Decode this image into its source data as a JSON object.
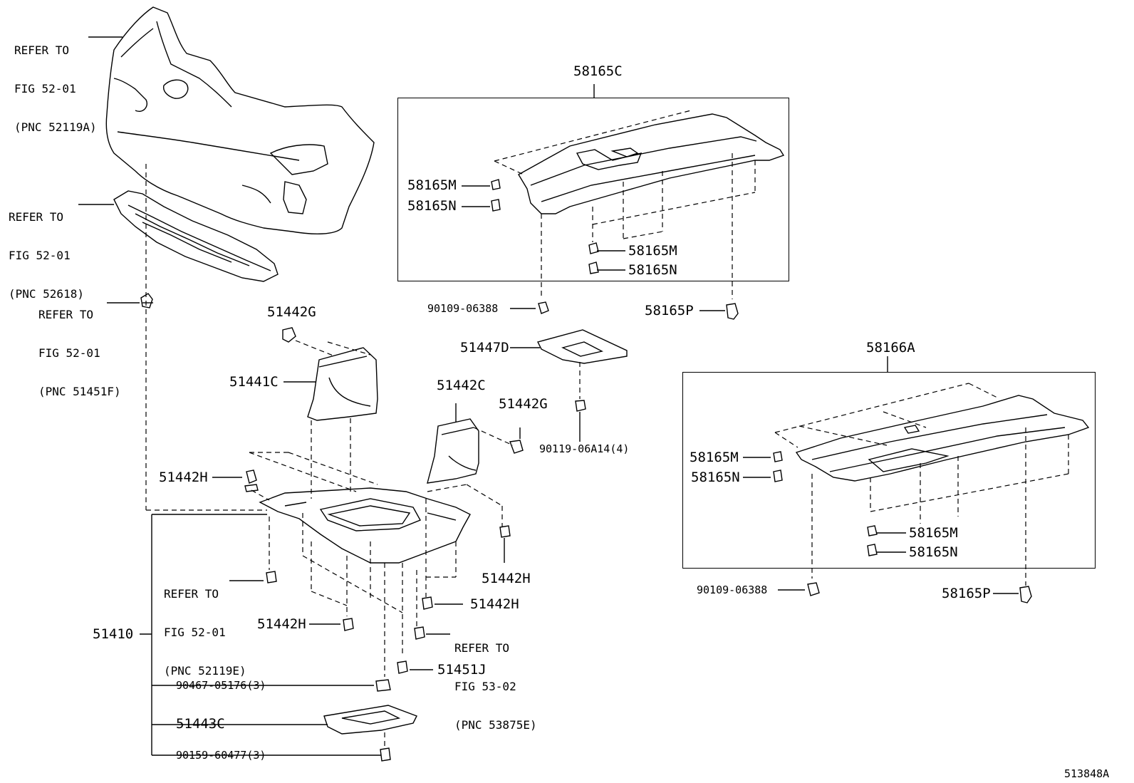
{
  "diagram_id": "513848A",
  "refer_notes": {
    "r1": [
      "REFER TO",
      "FIG 52-01",
      "(PNC 52119A)"
    ],
    "r2": [
      "REFER TO",
      "FIG 52-01",
      "(PNC 52618)"
    ],
    "r3": [
      "REFER TO",
      "FIG 52-01",
      "(PNC 51451F)"
    ],
    "r4": [
      "REFER TO",
      "FIG 52-01",
      "(PNC 52119E)"
    ],
    "r5": [
      "REFER TO",
      "FIG 53-02",
      "(PNC 53875E)"
    ]
  },
  "parts": {
    "p58165C": "58165C",
    "p58165M_a": "58165M",
    "p58165N_a": "58165N",
    "p58165M_b": "58165M",
    "p58165N_b": "58165N",
    "p90109_a": "90109-06388",
    "p58165P_a": "58165P",
    "p51442G_a": "51442G",
    "p51441C": "51441C",
    "p51447D": "51447D",
    "p51442C": "51442C",
    "p51442G_b": "51442G",
    "p90119": "90119-06A14(4)",
    "p51442H_a": "51442H",
    "p51442H_b": "51442H",
    "p51442H_c": "51442H",
    "p51442H_d": "51442H",
    "p51410": "51410",
    "p51451J": "51451J",
    "p90467": "90467-05176(3)",
    "p51443C": "51443C",
    "p90159": "90159-60477(3)",
    "p58166A": "58166A",
    "p58165M_c": "58165M",
    "p58165N_c": "58165N",
    "p58165M_d": "58165M",
    "p58165N_d": "58165N",
    "p90109_b": "90109-06388",
    "p58165P_b": "58165P"
  }
}
